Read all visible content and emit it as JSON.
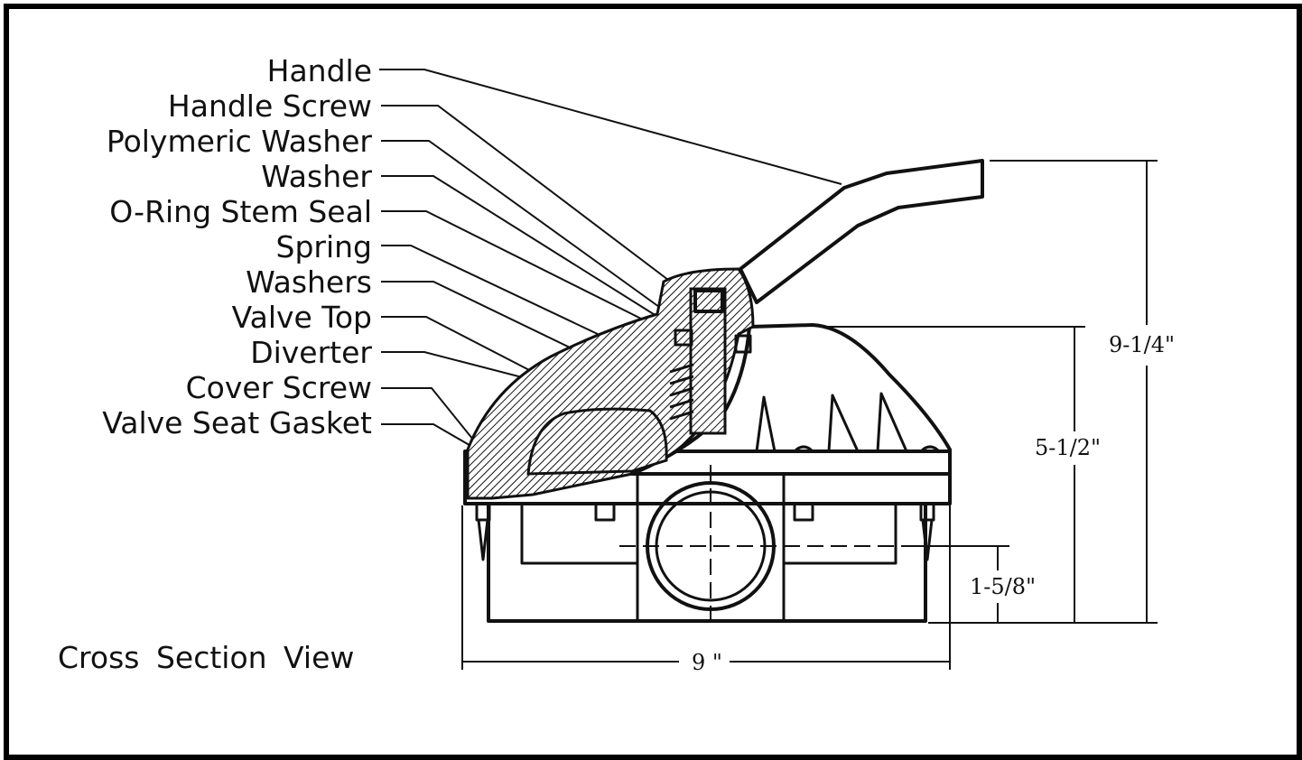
{
  "labels": [
    {
      "text": "Handle"
    },
    {
      "text": "Handle Screw"
    },
    {
      "text": "Polymeric Washer"
    },
    {
      "text": "Washer"
    },
    {
      "text": "O-Ring Stem Seal"
    },
    {
      "text": "Spring"
    },
    {
      "text": "Washers"
    },
    {
      "text": "Valve Top"
    },
    {
      "text": "Diverter"
    },
    {
      "text": "Cover Screw"
    },
    {
      "text": "Valve Seat Gasket"
    }
  ],
  "view_title": "Cross Section View",
  "dimensions": {
    "overall_height": "9-1/4\"",
    "body_height": "5-1/2\"",
    "center_height": "1-5/8\"",
    "width": "9 \""
  }
}
